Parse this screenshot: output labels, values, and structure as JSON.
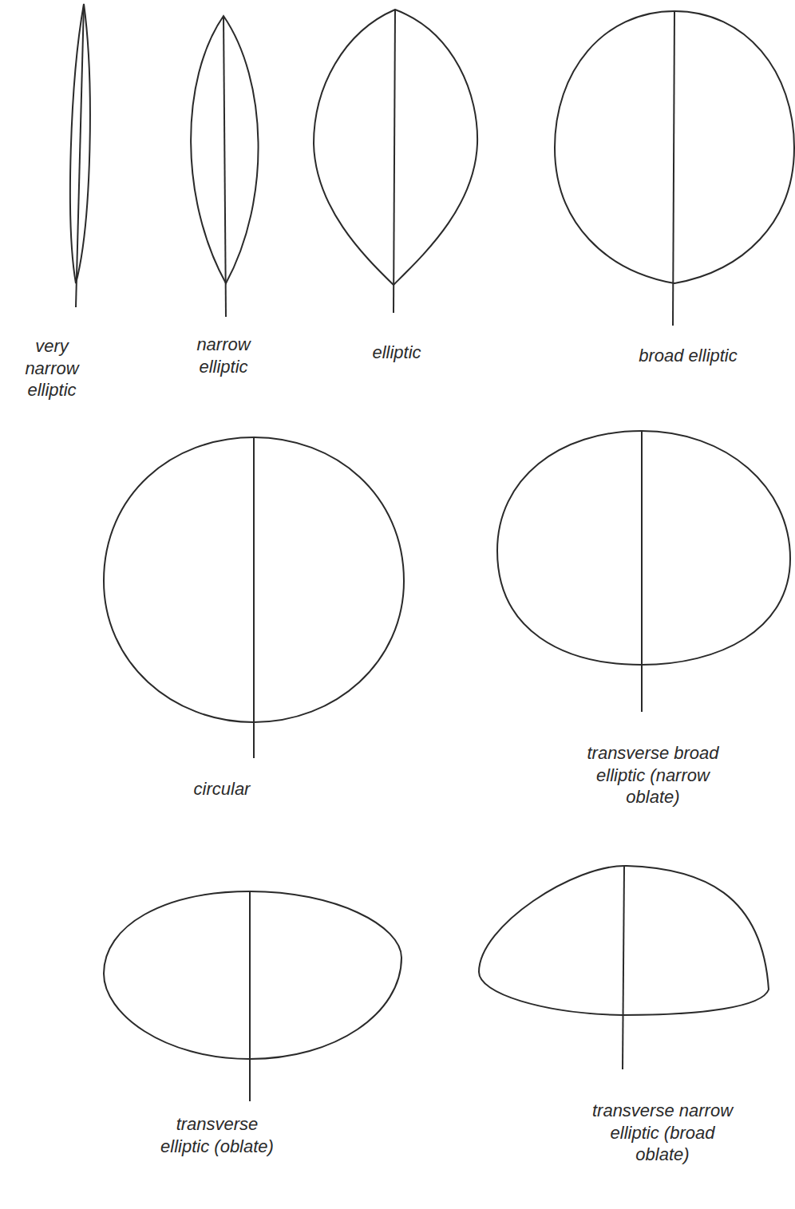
{
  "diagram": {
    "labels": [
      "very narrow elliptic",
      "narrow elliptic",
      "elliptic",
      "broad elliptic",
      "circular",
      "transverse broad elliptic (narrow oblate)",
      "transverse elliptic (oblate)",
      "transverse narrow elliptic (broad oblate)"
    ]
  }
}
